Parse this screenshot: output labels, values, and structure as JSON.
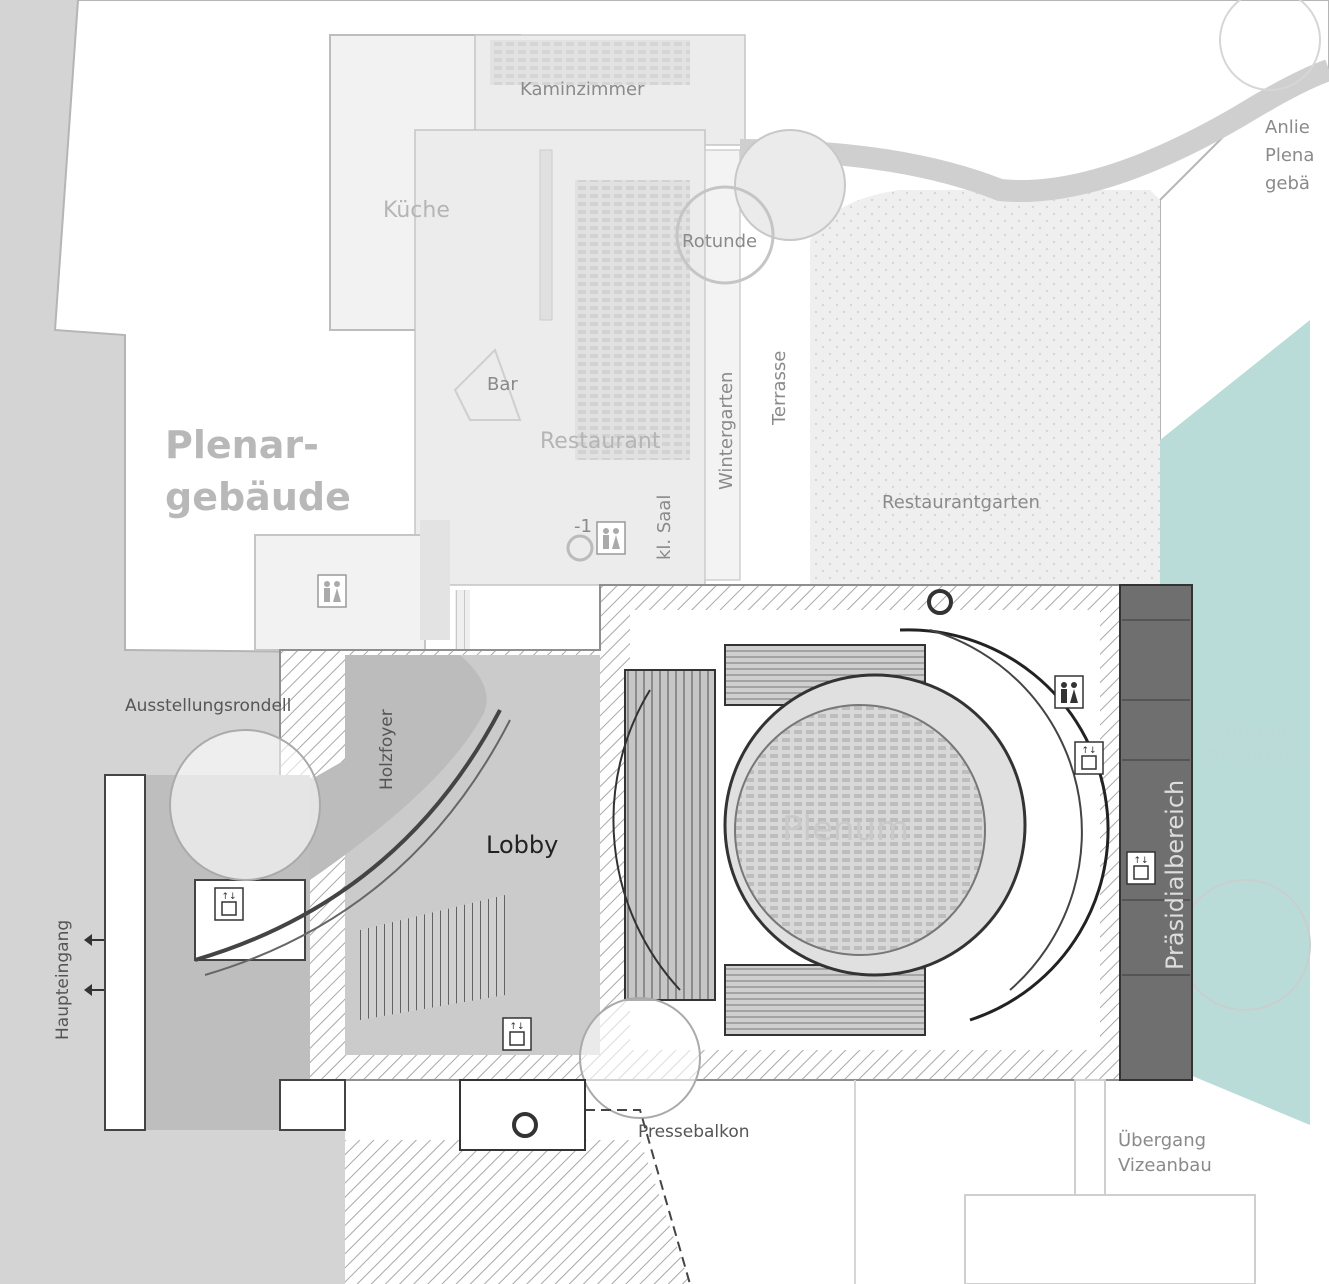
{
  "colors": {
    "background": "#ffffff",
    "left_wall": "#d4d4d4",
    "faded_building": "#e7e7e7",
    "lobby": "#cbcbcb",
    "plenum_hall": "#e0e0e0",
    "praesidial_bar": "#6f6f6f",
    "teal_terrain": "#b9dcd9",
    "outline": "#9a9a9a",
    "dark_line": "#333333"
  },
  "labels": {
    "kaminzimmer": "Kaminzimmer",
    "kueche": "Küche",
    "rotunde": "Rotunde",
    "bar": "Bar",
    "restaurant": "Restaurant",
    "wintergarten": "Wintergarten",
    "terrasse": "Terrasse",
    "kl_saal": "kl. Saal",
    "restaurantgarten": "Restaurantgarten",
    "plenar_line1": "Plenar-",
    "plenar_line2": "gebäude",
    "ausstellungsrondell": "Ausstellungsrondell",
    "holzfoyer": "Holzfoyer",
    "lobby": "Lobby",
    "plenum": "Plenum",
    "haupteingang": "Haupteingang",
    "praesidialbereich": "Präsidialbereich",
    "eingang_line1": "Eingang",
    "eingang_line2": "Rheinufer",
    "anlie_line1": "Anlie",
    "anlie_line2": "Plena",
    "anlie_line3": "gebä",
    "pressebalkon": "Pressebalkon",
    "uebergang_line1": "Übergang",
    "uebergang_line2": "Vizeanbau",
    "level_marker": "-1"
  },
  "icons": {
    "restroom": "restroom-icon",
    "elevator": "elevator-icon",
    "stair": "spiral-stair-icon",
    "exit_arrow": "exit-arrow-icon"
  }
}
